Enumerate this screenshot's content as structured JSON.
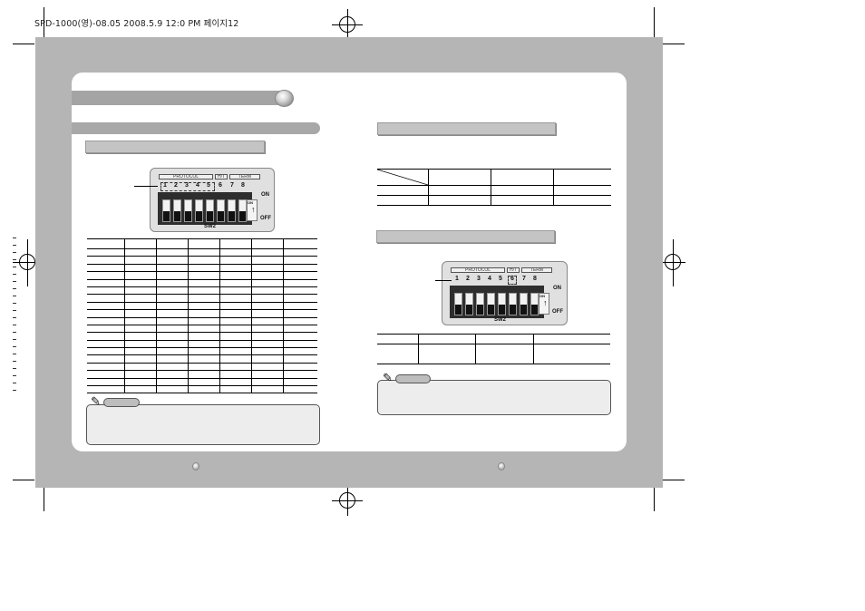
{
  "slug": {
    "text": "SPD-1000(영)-08.05  2008.5.9 12:0 PM 페이지12"
  },
  "dip_left": {
    "header_protocol": "PROTOCOL",
    "header_ht": "H/T",
    "header_term": "TERM",
    "numbers": [
      "1",
      "2",
      "3",
      "4",
      "5",
      "6",
      "7",
      "8"
    ],
    "on_label": "ON",
    "off_label": "OFF",
    "inner_on_label": "ON",
    "sw_label": "SW2"
  },
  "dip_right": {
    "header_protocol": "PROTOCOL",
    "header_ht": "H/T",
    "header_term": "TERM",
    "numbers": [
      "1",
      "2",
      "3",
      "4",
      "5",
      "6",
      "7",
      "8"
    ],
    "on_label": "ON",
    "off_label": "OFF",
    "inner_on_label": "ON",
    "sw_label": "SW2"
  }
}
